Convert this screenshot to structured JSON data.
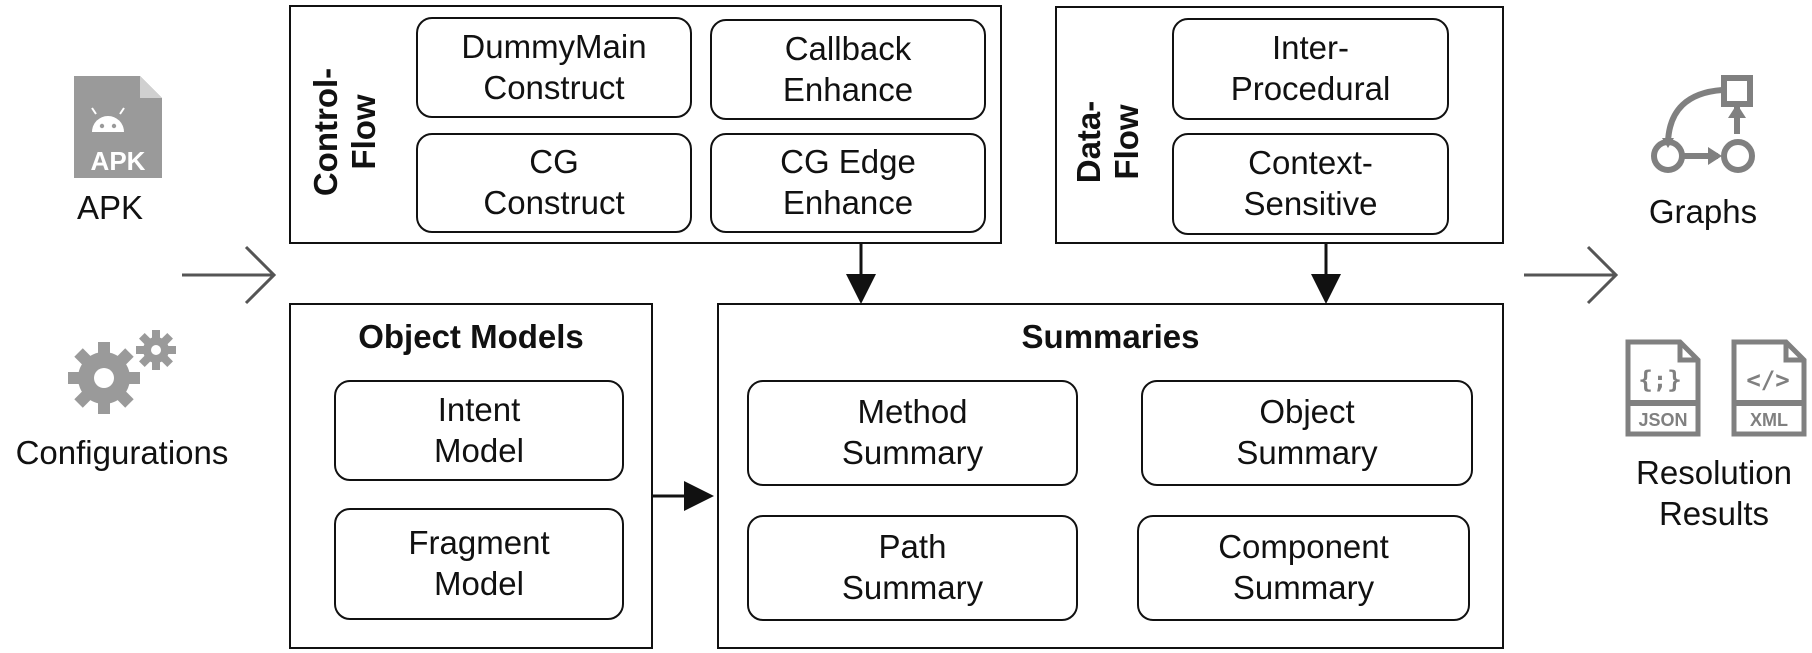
{
  "inputs": {
    "apk_icon_text": "APK",
    "apk_label": "APK",
    "config_label": "Configurations"
  },
  "control_flow": {
    "title": "Control-\nFlow",
    "boxes": [
      "DummyMain\nConstruct",
      "Callback\nEnhance",
      "CG\nConstruct",
      "CG Edge\nEnhance"
    ]
  },
  "data_flow": {
    "title": "Data-\nFlow",
    "boxes": [
      "Inter-\nProcedural",
      "Context-\nSensitive"
    ]
  },
  "object_models": {
    "title": "Object Models",
    "boxes": [
      "Intent\nModel",
      "Fragment\nModel"
    ]
  },
  "summaries": {
    "title": "Summaries",
    "boxes": [
      "Method\nSummary",
      "Object\nSummary",
      "Path\nSummary",
      "Component\nSummary"
    ]
  },
  "outputs": {
    "graphs_label": "Graphs",
    "json_icon_text": "JSON",
    "xml_icon_text": "XML",
    "results_label": "Resolution\nResults"
  },
  "colors": {
    "line": "#111111",
    "icon": "#9a9a9a",
    "icon_dark": "#808080"
  }
}
